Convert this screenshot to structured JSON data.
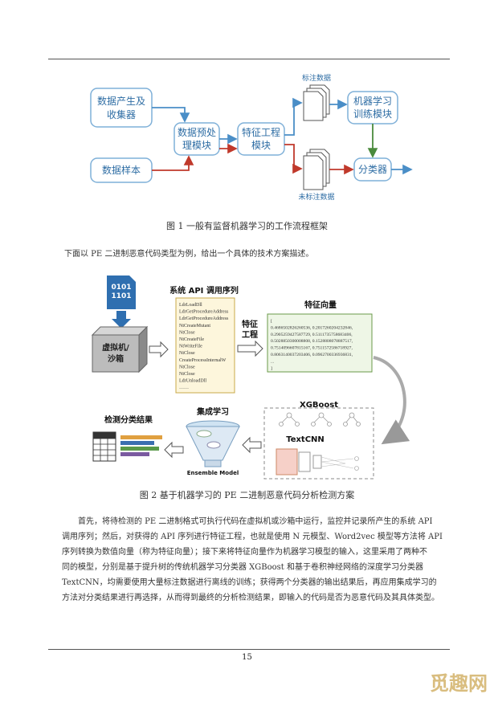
{
  "fig1": {
    "box_data_source": [
      "数据产生及",
      "收集器"
    ],
    "box_samples": "数据样本",
    "box_preprocess": [
      "数据预处",
      "理模块"
    ],
    "box_feature": [
      "特征工程",
      "模块"
    ],
    "box_train": [
      "机器学习",
      "训练模块"
    ],
    "box_classifier": "分类器",
    "label_labeled": "标注数据",
    "label_unlabeled": "未标注数据",
    "caption": "图 1    一般有监督机器学习的工作流程框架"
  },
  "intro": "下面以 PE 二进制恶意代码类型为例，给出一个具体的技术方案描述。",
  "fig2": {
    "binary_icon": [
      "0101",
      "1101"
    ],
    "sandbox": [
      "虚拟机/",
      "沙箱"
    ],
    "api_title": "系统 API 调用序列",
    "api_calls": [
      "LdrLoadDll",
      "LdrGetProcedureAddress",
      "LdrGetProcedureAddress",
      "NtCreateMutant",
      "NtClose",
      "NtCreateFile",
      "NtWriteFile",
      "NtClose",
      "CreateProcessInternalW",
      "NtClose",
      "NtClose",
      "LdrUnloadDll",
      "……"
    ],
    "feature_eng": [
      "特征",
      "工程"
    ],
    "vector_title": "特征向量",
    "vector_lines": [
      "[",
      "0.4686502826260536, 0.2017260204232846,",
      "0.2905259427587729, 0.5111735758683406,",
      "0.5028850300008808, 0.1528808078887517,",
      "0.7514096607815167, 0.7511572586718927,",
      "0.8063140037203406, 0.0962700336936831,",
      "...",
      "]"
    ],
    "xgboost": "XGBoost",
    "textcnn": "TextCNN",
    "ensemble_title": "集成学习",
    "ensemble_model": "Ensemble Model",
    "result_title": "检测分类结果",
    "caption": "图 2    基于机器学习的 PE 二进制恶意代码分析检测方案"
  },
  "body_lines": [
    "首先，将待检测的 PE 二进制格式可执行代码在虚拟机或沙箱中运行，监控并记录所产生的系统 API",
    "调用序列；然后，对获得的 API 序列进行特征工程，也就是使用 N 元模型、Word2vec 模型等方法将 API",
    "序列转换为数值向量（称为特征向量）；接下来将特征向量作为机器学习模型的输入，这里采用了两种不",
    "同的模型，分别是基于提升树的传统机器学习分类器 XGBoost 和基于卷积神经网络的深度学习分类器",
    "TextCNN，均需要使用大量标注数据进行离线的训练；获得两个分类器的输出结果后，再应用集成学习的",
    "方法对分类结果进行再选择，从而得到最终的分析检测结果，即输入的代码是否为恶意代码及其具体类型。"
  ],
  "page_number": "15",
  "watermark": "觅趣网",
  "colors": {
    "blue": "#4a8ec7",
    "red": "#c0392b",
    "green": "#4a8a3c",
    "api_bg": "#fdf6dc",
    "vec_bg": "#eef6e6"
  }
}
